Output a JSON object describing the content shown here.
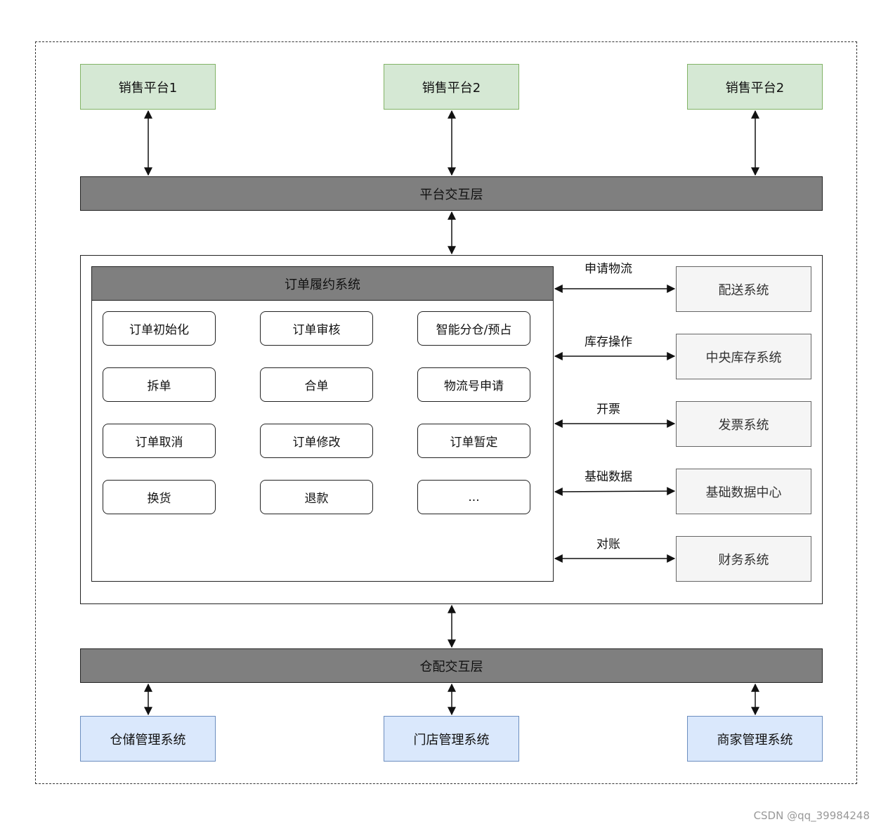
{
  "platforms": [
    "销售平台1",
    "销售平台2",
    "销售平台2"
  ],
  "platform_layer": "平台交互层",
  "order_system": {
    "title": "订单履约系统",
    "functions": [
      [
        "订单初始化",
        "订单审核",
        "智能分仓/预占"
      ],
      [
        "拆单",
        "合单",
        "物流号申请"
      ],
      [
        "订单取消",
        "订单修改",
        "订单暂定"
      ],
      [
        "换货",
        "退款",
        "..."
      ]
    ]
  },
  "external_links": [
    {
      "label": "申请物流",
      "system": "配送系统"
    },
    {
      "label": "库存操作",
      "system": "中央库存系统"
    },
    {
      "label": "开票",
      "system": "发票系统"
    },
    {
      "label": "基础数据",
      "system": "基础数据中心"
    },
    {
      "label": "对账",
      "system": "财务系统"
    }
  ],
  "warehouse_layer": "仓配交互层",
  "bottom_systems": [
    "仓储管理系统",
    "门店管理系统",
    "商家管理系统"
  ],
  "watermark": "CSDN @qq_39984248"
}
